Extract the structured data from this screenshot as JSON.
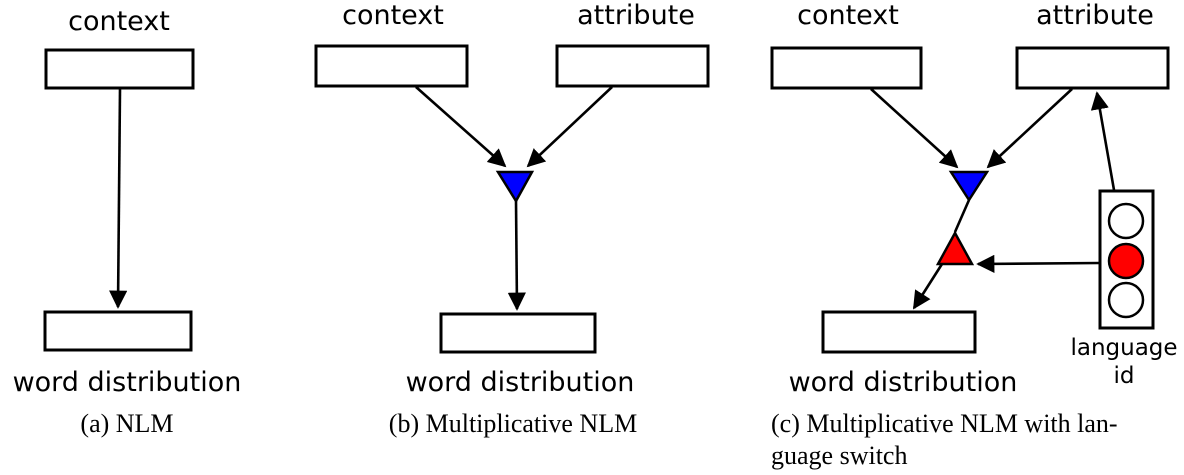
{
  "colors": {
    "multiplicative_node": "#0000ff",
    "switch_node": "#ff0000",
    "active_light": "#ff0000",
    "inactive_light": "#ffffff"
  },
  "panel_a": {
    "input_label": "context",
    "output_label": "word distribution",
    "caption": "(a)  NLM"
  },
  "panel_b": {
    "context_label": "context",
    "attribute_label": "attribute",
    "output_label": "word distribution",
    "caption": "(b)  Multiplicative NLM"
  },
  "panel_c": {
    "context_label": "context",
    "attribute_label": "attribute",
    "output_label": "word distribution",
    "language_id_line1": "language",
    "language_id_line2": "id",
    "caption_line1": "(c)  Multiplicative NLM with lan-",
    "caption_line2": "guage switch",
    "lights": [
      "off",
      "on",
      "off"
    ]
  }
}
